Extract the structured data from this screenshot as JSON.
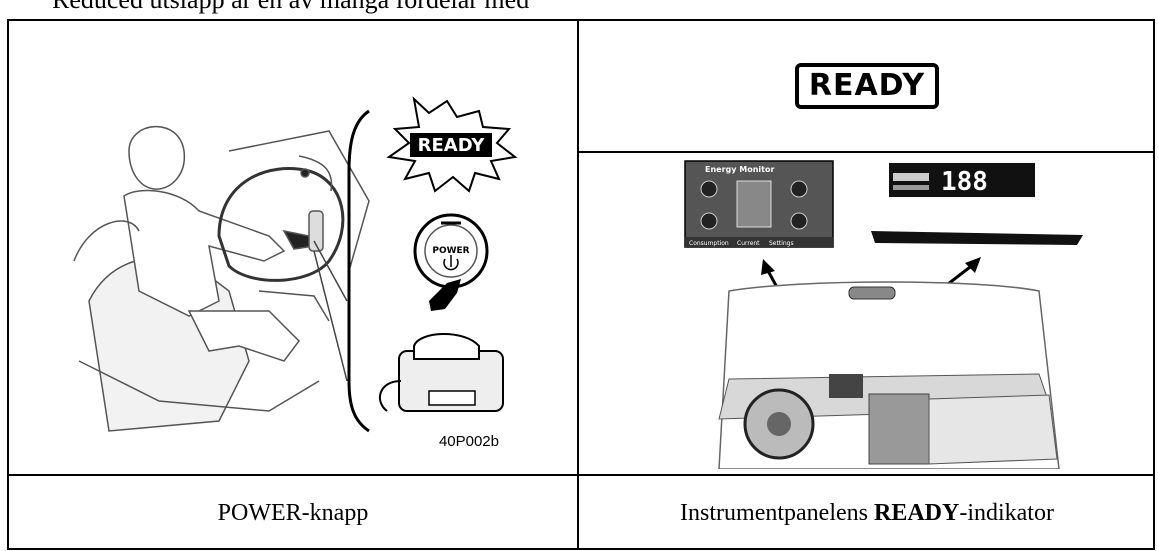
{
  "header_text": "Reduced utsläpp är en av många fördelar med",
  "left_figure": {
    "ready_label": "READY",
    "power_label": "POWER",
    "figure_code": "40P002b"
  },
  "right_figure": {
    "ready_indicator": "READY",
    "energy_monitor_title": "Energy Monitor",
    "energy_monitor_tabs": [
      "Consumption",
      "Current",
      "Settings"
    ],
    "speed_display": "188"
  },
  "captions": {
    "left": "POWER-knapp",
    "right_normal": "Instrumentpanelens ",
    "right_bold": "READY",
    "right_suffix": "-indikator"
  }
}
